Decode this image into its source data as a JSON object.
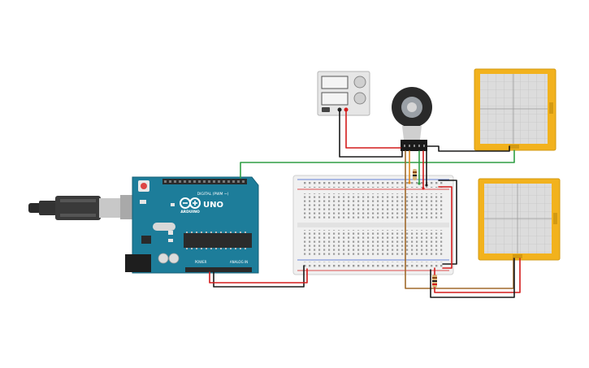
{
  "arduino": {
    "brand": "ARDUINO",
    "model": "UNO",
    "digital_label": "DIGITAL (PWM ~)",
    "power_label": "POWER",
    "analog_label": "ANALOG IN",
    "board_color": "#1d7d9a",
    "chip_color": "#2b2b2b"
  },
  "colors": {
    "wire_red": "#d41c1c",
    "wire_black": "#1a1a1a",
    "wire_green": "#2f9e44",
    "wire_brown": "#a06a2c",
    "wire_orange": "#e08a1e",
    "oscilloscope_frame": "#f2b21d",
    "oscilloscope_screen": "#dcdcdc",
    "breadboard": "#f0f0f0",
    "power_supply": "#e6e6e6"
  },
  "components": {
    "usb_cable": "usb-cable",
    "power_supply": "dc-power-supply",
    "motor": "dc-motor-encoder",
    "oscilloscope_1": "oscilloscope",
    "oscilloscope_2": "oscilloscope",
    "breadboard": "breadboard",
    "resistor": "resistor"
  }
}
